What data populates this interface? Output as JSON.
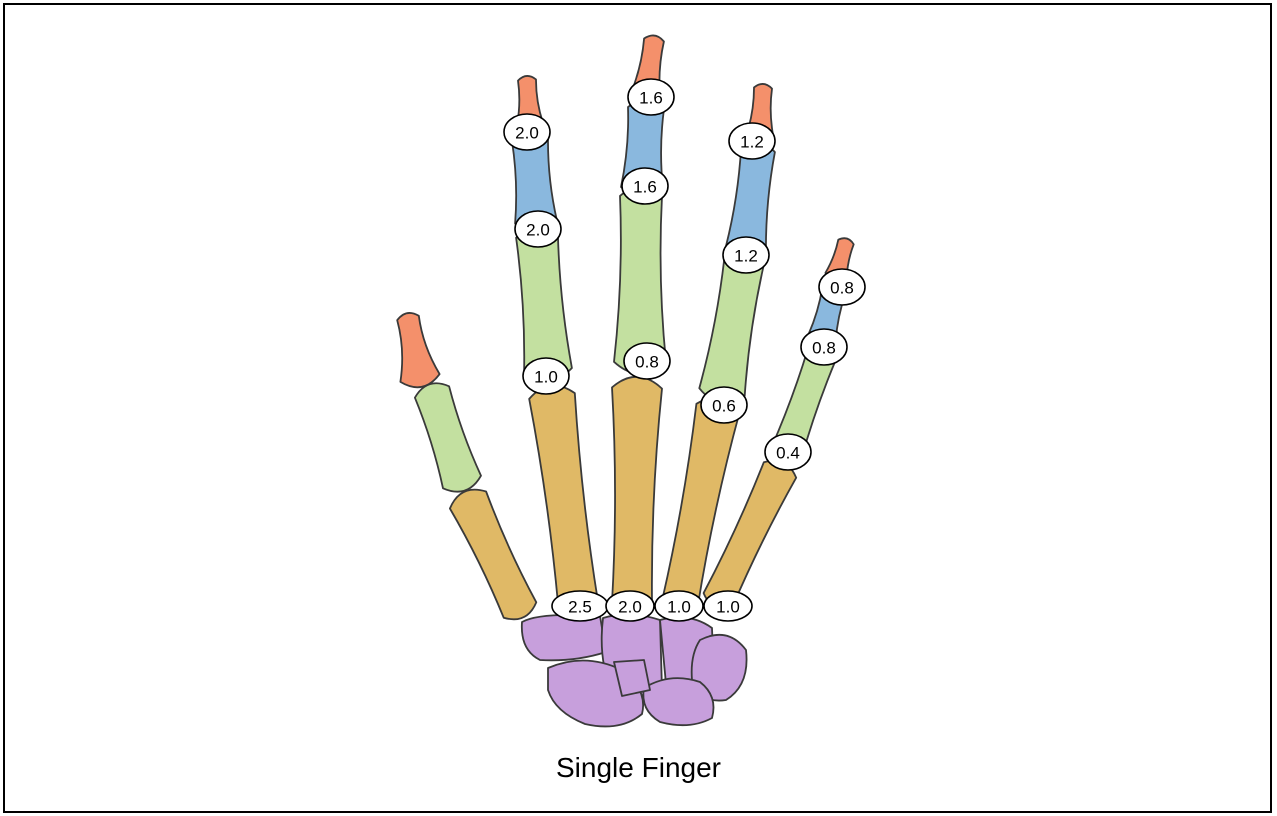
{
  "caption": "Single Finger",
  "colors": {
    "distal_phalanx": "#f4906b",
    "middle_phalanx": "#8ab8de",
    "proximal_phalanx": "#c3e0a0",
    "metacarpal": "#e0b966",
    "carpal": "#c79fdc"
  },
  "labels": [
    "2.0",
    "2.0",
    "1.0",
    "1.6",
    "1.6",
    "0.8",
    "1.2",
    "1.2",
    "0.6",
    "0.8",
    "0.8",
    "0.4",
    "2.5",
    "2.0",
    "1.0",
    "1.0"
  ]
}
